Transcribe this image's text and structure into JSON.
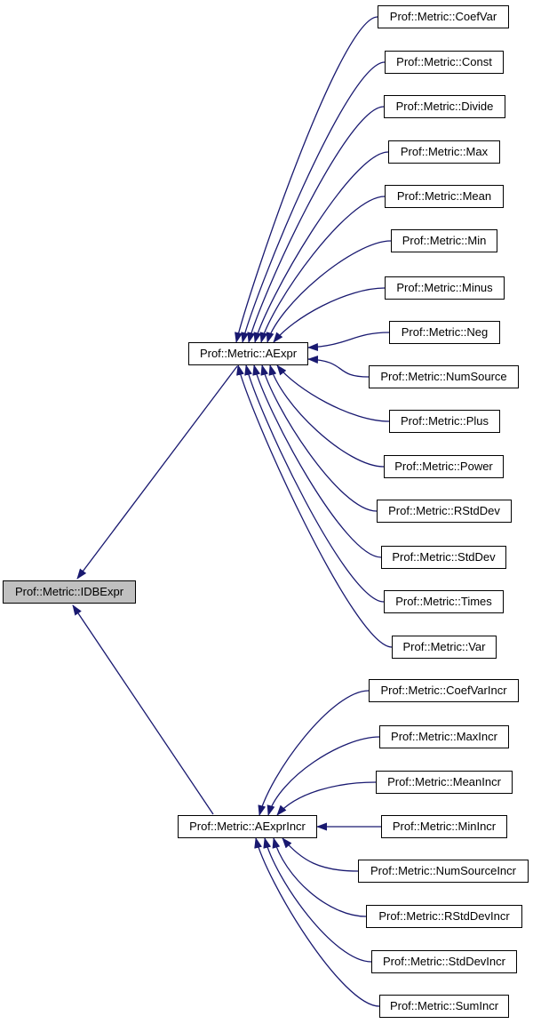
{
  "diagram": {
    "type": "class-inheritance-graph",
    "colors": {
      "edge": "#191970",
      "node_border": "#000000",
      "node_fill": "#ffffff",
      "highlight_fill": "#c0c0c0",
      "background": "#ffffff"
    },
    "nodes": {
      "idbexpr": "Prof::Metric::IDBExpr",
      "aexpr": "Prof::Metric::AExpr",
      "aexprincr": "Prof::Metric::AExprIncr",
      "aexpr_subclasses": [
        "Prof::Metric::CoefVar",
        "Prof::Metric::Const",
        "Prof::Metric::Divide",
        "Prof::Metric::Max",
        "Prof::Metric::Mean",
        "Prof::Metric::Min",
        "Prof::Metric::Minus",
        "Prof::Metric::Neg",
        "Prof::Metric::NumSource",
        "Prof::Metric::Plus",
        "Prof::Metric::Power",
        "Prof::Metric::RStdDev",
        "Prof::Metric::StdDev",
        "Prof::Metric::Times",
        "Prof::Metric::Var"
      ],
      "aexprincr_subclasses": [
        "Prof::Metric::CoefVarIncr",
        "Prof::Metric::MaxIncr",
        "Prof::Metric::MeanIncr",
        "Prof::Metric::MinIncr",
        "Prof::Metric::NumSourceIncr",
        "Prof::Metric::RStdDevIncr",
        "Prof::Metric::StdDevIncr",
        "Prof::Metric::SumIncr"
      ]
    }
  }
}
